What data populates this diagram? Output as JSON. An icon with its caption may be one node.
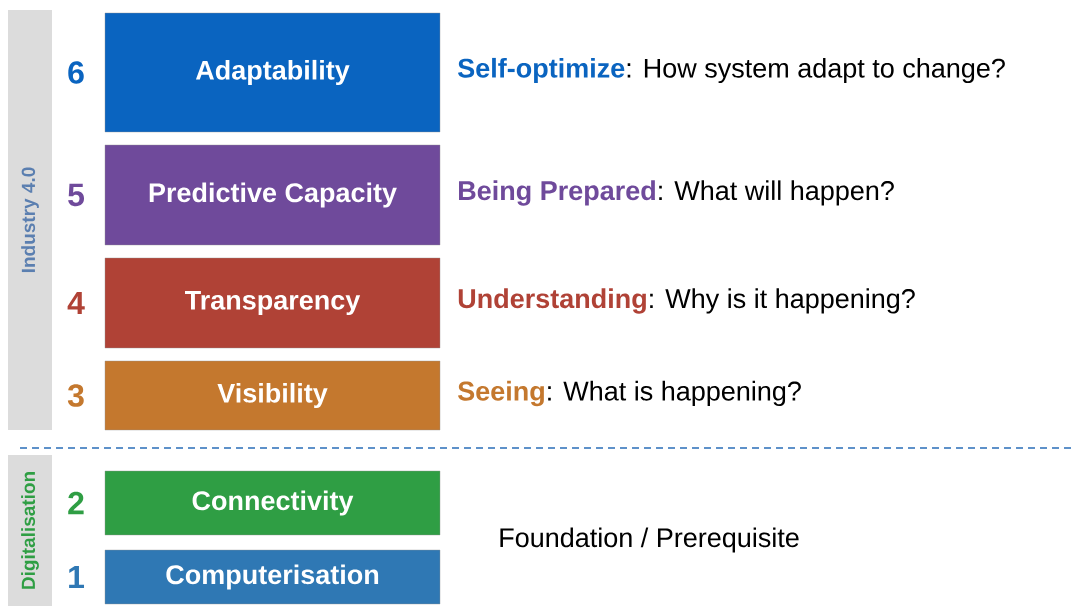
{
  "diagram": {
    "nodes": [
      {
        "text": [
          "Industry 4.0"
        ]
      },
      {
        "text": [
          "Adaptability"
        ],
        "beside": [
          "6",
          "**Self-optimize**: How system adapt to change?"
        ]
      },
      {
        "text": [
          "Predictive Capacity"
        ],
        "beside": [
          "5",
          "**Being Prepared**: What will happen?"
        ]
      },
      {
        "text": [
          "Transparency"
        ],
        "beside": [
          "4",
          "**Understanding**: Why is it happening?"
        ]
      },
      {
        "text": [
          "Visibility"
        ],
        "beside": [
          "3",
          "**Seeing**: What is happening?"
        ]
      },
      {
        "text": [
          "Digitalisation"
        ]
      },
      {
        "text": [
          "Connectivity"
        ],
        "beside": [
          "2"
        ]
      },
      {
        "text": [
          "Computerisation"
        ],
        "beside": [
          "1"
        ]
      }
    ],
    "labels": [
      "Foundation / Prerequisite"
    ]
  }
}
